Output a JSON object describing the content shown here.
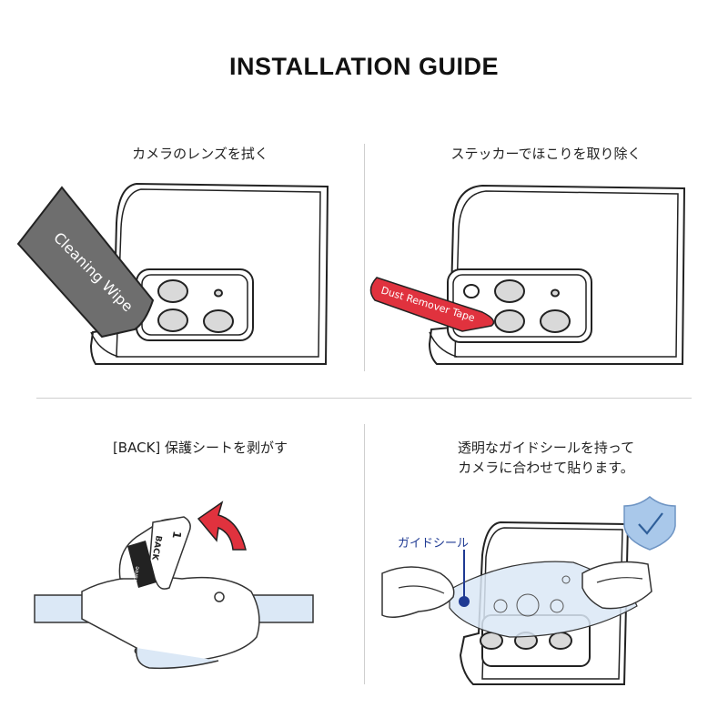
{
  "title": "INSTALLATION GUIDE",
  "steps": [
    {
      "caption": "カメラのレンズを拭く",
      "label": "Cleaning Wipe"
    },
    {
      "caption": "ステッカーでほこりを取り除く",
      "label": "Dust Remover Tape"
    },
    {
      "caption": "[BACK] 保護シートを剥がす",
      "tab_number": "1",
      "tab_label": "BACK",
      "brand": "araree"
    },
    {
      "caption_line1": "透明なガイドシールを持って",
      "caption_line2": "カメラに合わせて貼ります。",
      "callout": "ガイドシール"
    }
  ],
  "colors": {
    "wipe": "#6e6e6e",
    "tape": "#e0323e",
    "arrow": "#e0323e",
    "callout": "#1f3a93",
    "shield": "#a9c8ea",
    "film": "#dbe8f6"
  },
  "icons": {
    "shield": "shield-check-icon",
    "arrow": "curved-arrow-icon"
  }
}
